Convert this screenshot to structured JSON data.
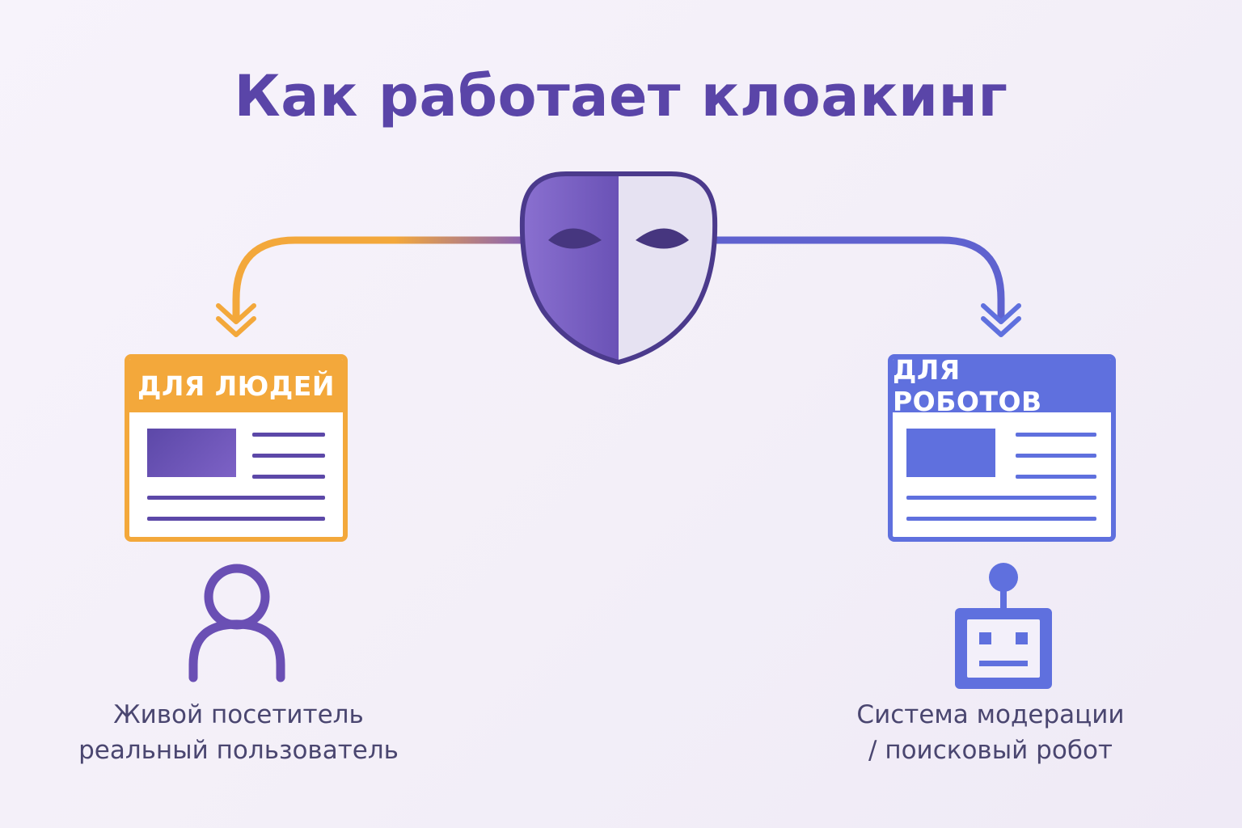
{
  "title": "Как работает клоакинг",
  "colors": {
    "title": "#5a45a8",
    "humans_accent": "#f3a83b",
    "robots_accent": "#5f70de",
    "mask_outline": "#4b3a8c",
    "mask_dark": "#7a60c2",
    "mask_light": "#e6e2f2"
  },
  "mask": {
    "icon": "theater-mask-icon"
  },
  "humans": {
    "card_label": "ДЛЯ ЛЮДЕЙ",
    "icon": "user-icon",
    "caption_line1": "Живой посетитель",
    "caption_line2": "реальный пользователь"
  },
  "robots": {
    "card_label": "ДЛЯ РОБОТОВ",
    "icon": "robot-icon",
    "caption_line1": "Система модерации",
    "caption_line2": "/ поисковый робот"
  }
}
